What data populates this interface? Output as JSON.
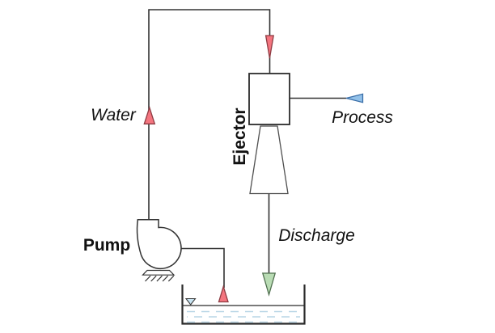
{
  "title": "Pump and ejector recirculation diagram",
  "diagram": {
    "labels": {
      "water": "Water",
      "pump": "Pump",
      "ejector": "Ejector",
      "process": "Process",
      "discharge": "Discharge"
    },
    "colors": {
      "pipe": "#333333",
      "equipment_outline": "#2b2b2b",
      "vessel_outline": "#4f4f4f",
      "water_arrow_fill": "#f4757f",
      "water_arrow_stroke": "#8e3b42",
      "process_arrow_fill": "#92c1e9",
      "process_arrow_stroke": "#3a6ea8",
      "discharge_arrow_fill": "#b9dcb4",
      "discharge_arrow_stroke": "#50704f",
      "level_marker_fill": "#c8e4f2",
      "level_marker_stroke": "#3c3c3c",
      "liquid_dash": "#b9d6e6"
    },
    "flow_markers": [
      {
        "name": "motive-flow-down-arrow",
        "direction": "down",
        "color": "red"
      },
      {
        "name": "water-flow-up-arrow",
        "direction": "up",
        "color": "red"
      },
      {
        "name": "process-inlet-arrow",
        "direction": "left",
        "color": "blue"
      },
      {
        "name": "discharge-flow-down-arrow",
        "direction": "down",
        "color": "green"
      },
      {
        "name": "suction-flow-up-arrow",
        "direction": "up",
        "color": "red"
      },
      {
        "name": "liquid-level-marker",
        "direction": "down",
        "color": "light-blue"
      }
    ]
  }
}
